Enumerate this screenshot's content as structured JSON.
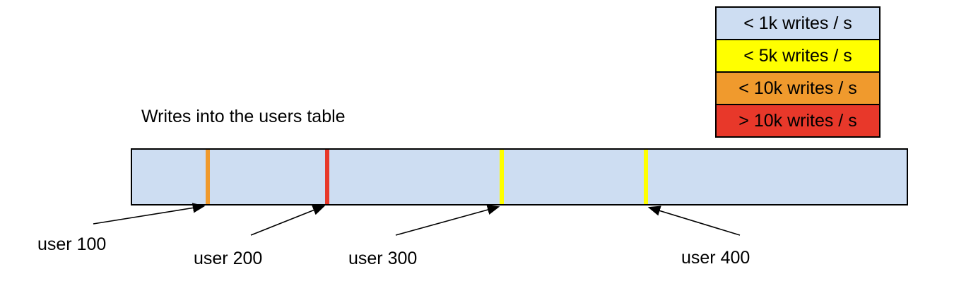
{
  "title": "Writes into the users table",
  "colors": {
    "bar_fill": "#cdddf2",
    "outline": "#000000",
    "rate_lt_1k": "#cdddf2",
    "rate_lt_5k": "#ffff00",
    "rate_lt_10k": "#f09a2d",
    "rate_gt_10k": "#e8382a"
  },
  "legend": {
    "items": [
      {
        "label": "< 1k writes / s",
        "color": "#cdddf2"
      },
      {
        "label": "< 5k writes / s",
        "color": "#ffff00"
      },
      {
        "label": "< 10k writes / s",
        "color": "#f09a2d"
      },
      {
        "label": "> 10k writes / s",
        "color": "#e8382a"
      }
    ]
  },
  "bar": {
    "markers": [
      {
        "user": "user 100",
        "rate_category": "< 10k writes / s",
        "color": "#f09a2d",
        "left_px": "104px"
      },
      {
        "user": "user 200",
        "rate_category": "> 10k writes / s",
        "color": "#e8382a",
        "left_px": "273px"
      },
      {
        "user": "user 300",
        "rate_category": "< 5k writes / s",
        "color": "#ffff00",
        "left_px": "520px"
      },
      {
        "user": "user 400",
        "rate_category": "< 5k writes / s",
        "color": "#ffff00",
        "left_px": "724px"
      }
    ]
  }
}
